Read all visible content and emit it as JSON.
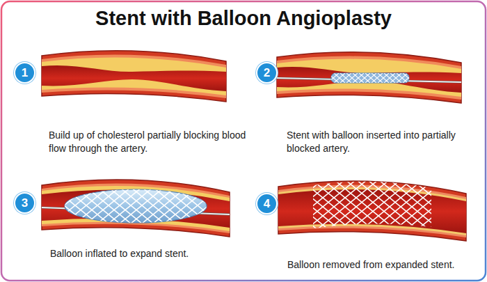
{
  "diagram": {
    "title": "Stent with Balloon Angioplasty",
    "nodes": [
      {
        "text": [
          "1"
        ]
      },
      {
        "text": [
          "2"
        ]
      },
      {
        "text": [
          "3"
        ]
      },
      {
        "text": [
          "4"
        ]
      }
    ],
    "labels": [
      "Build up of cholesterol partially blocking blood flow through the artery.",
      "Stent with balloon inserted into partially blocked artery.",
      "Balloon inflated to expand stent.",
      "Balloon removed from expanded stent."
    ]
  }
}
